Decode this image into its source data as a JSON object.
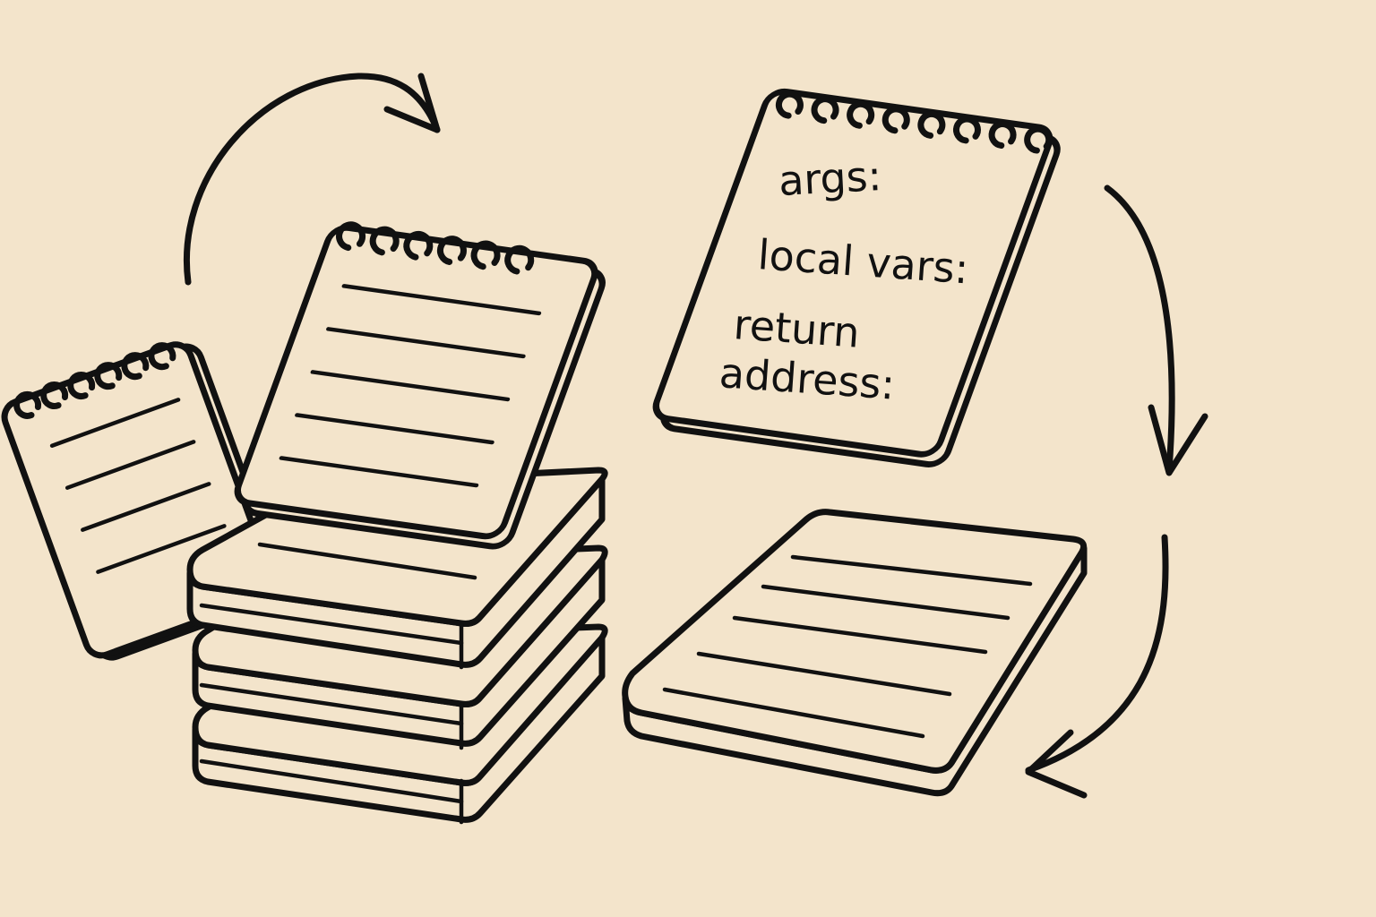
{
  "illustration": {
    "background_color": "#f3e4cb",
    "ink_color": "#111111",
    "stack_frame_card": {
      "lines": [
        "args:",
        "local vars:",
        "return",
        "address:"
      ]
    },
    "elements": [
      "tilted-notepad-left",
      "notepad-being-pushed",
      "stack-of-pads",
      "labeled-stack-frame-notepad",
      "popped-pad",
      "push-arrow",
      "pop-arrow-upper",
      "pop-arrow-lower"
    ]
  }
}
